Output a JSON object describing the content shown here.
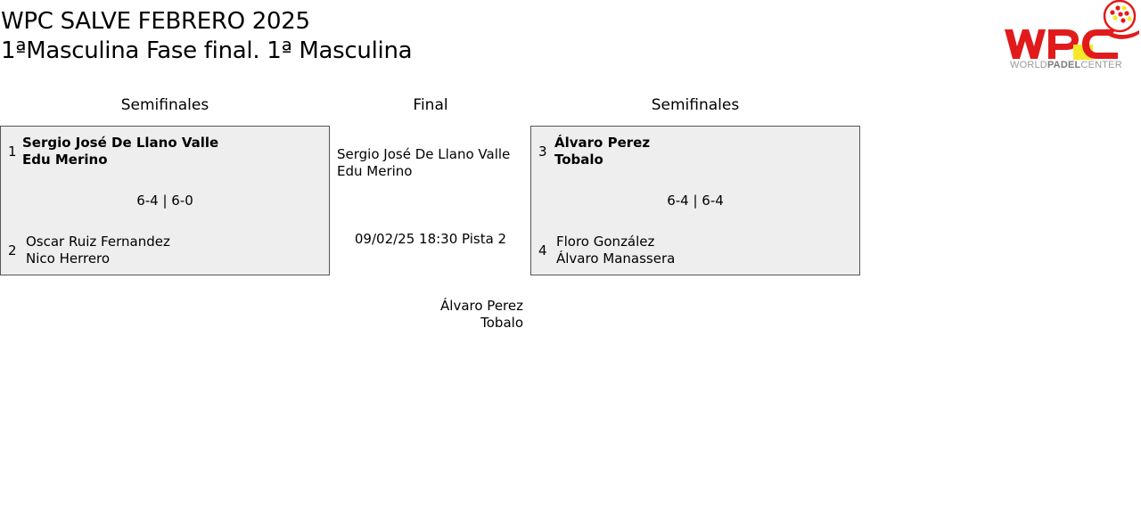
{
  "header": {
    "title": "WPC SALVE FEBRERO 2025",
    "subtitle": "1ªMasculina Fase final. 1ª Masculina",
    "logo": {
      "text_left": "WORLD",
      "text_mid": "PADEL",
      "text_right": "CENTER",
      "brand_red": "#e11b1b",
      "brand_yellow": "#f5e829"
    }
  },
  "columns": {
    "semifinal_left": "Semifinales",
    "final": "Final",
    "semifinal_right": "Semifinales"
  },
  "semifinal_left": {
    "team1": {
      "seed": "1",
      "player1": "Sergio José De Llano Valle",
      "player2": "Edu Merino"
    },
    "score": "6-4 | 6-0",
    "team2": {
      "seed": "2",
      "player1": "Oscar Ruiz Fernandez",
      "player2": "Nico Herrero"
    }
  },
  "semifinal_right": {
    "team1": {
      "seed": "3",
      "player1": "Álvaro Perez",
      "player2": "Tobalo"
    },
    "score": "6-4 | 6-4",
    "team2": {
      "seed": "4",
      "player1": "Floro González",
      "player2": "Álvaro Manassera"
    }
  },
  "final": {
    "top": {
      "player1": "Sergio José De Llano Valle",
      "player2": "Edu Merino"
    },
    "info": "09/02/25 18:30 Pista 2",
    "bottom": {
      "player1": "Álvaro Perez",
      "player2": "Tobalo"
    }
  }
}
